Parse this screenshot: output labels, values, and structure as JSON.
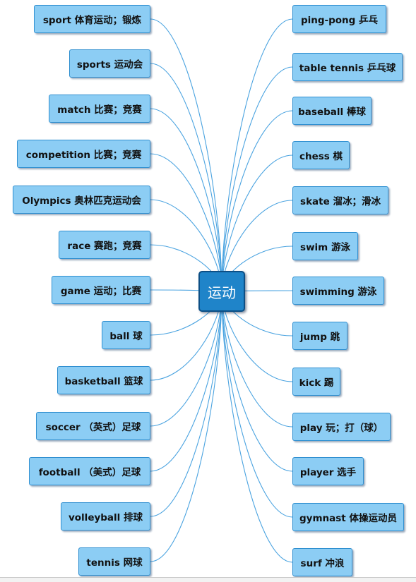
{
  "center": {
    "label": "运动"
  },
  "left_items": [
    "sport 体育运动；锻炼",
    "sports 运动会",
    "match 比赛；竞赛",
    "competition 比赛；竞赛",
    "Olympics 奥林匹克运动会",
    "race 赛跑；竞赛",
    "game 运动；比赛",
    "ball 球",
    "basketball 篮球",
    "soccer （英式）足球",
    "football （美式）足球",
    "volleyball 排球",
    "tennis 网球"
  ],
  "right_items": [
    "ping-pong 乒乓",
    "table tennis 乒乓球",
    "baseball 棒球",
    "chess 棋",
    "skate 溜冰；滑冰",
    "swim 游泳",
    "swimming 游泳",
    "jump 跳",
    "kick 踢",
    "play 玩；打（球）",
    "player 选手",
    "gymnast 体操运动员",
    "surf 冲浪"
  ],
  "colors": {
    "node_fill": "#8ccdf4",
    "node_border": "#2f8fd0",
    "center_fill": "#1f84c9",
    "link_stroke": "#4aa3e0"
  }
}
